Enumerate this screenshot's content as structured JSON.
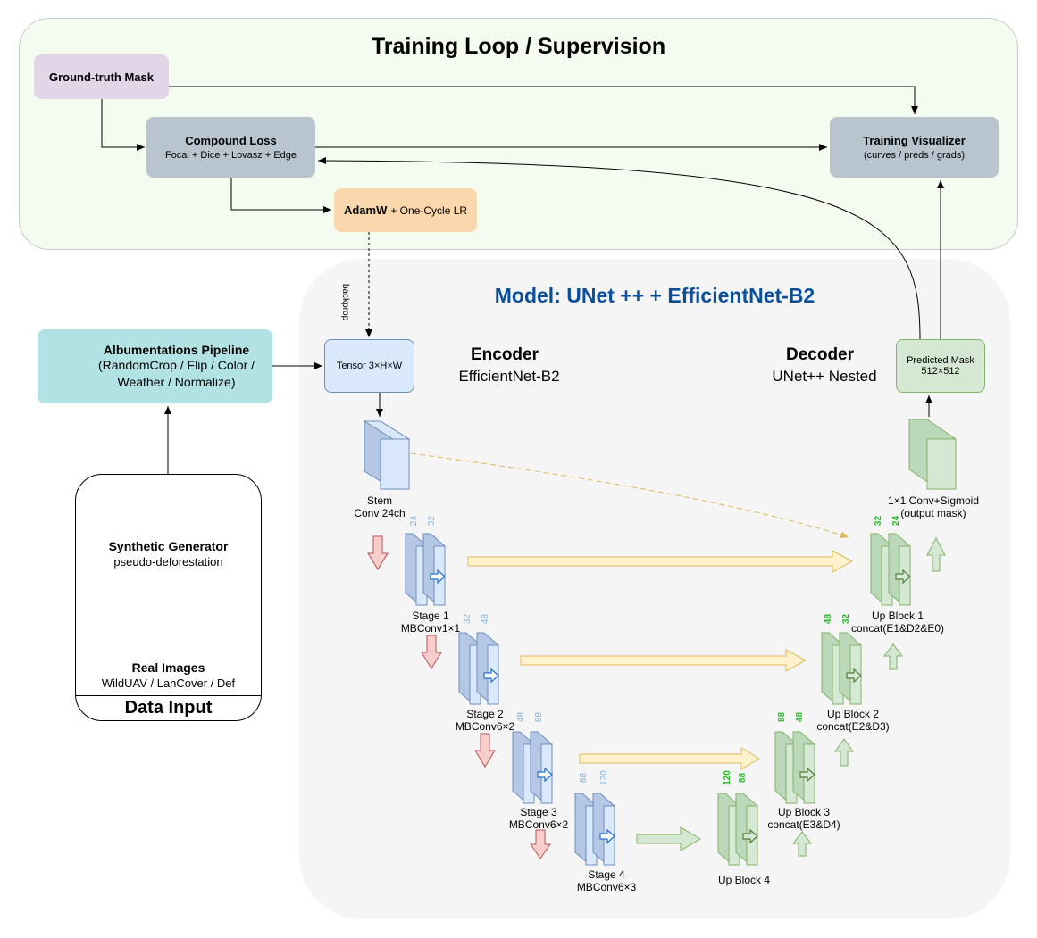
{
  "training": {
    "title": "Training Loop / Supervision",
    "gt_mask": "Ground-truth Mask",
    "loss_title": "Compound Loss",
    "loss_sub": "Focal + Dice + Lovasz + Edge",
    "viz_title": "Training Visualizer",
    "viz_sub": "(curves / preds / grads)",
    "adam_bold": "AdamW",
    "adam_rest": "+ One-Cycle LR",
    "backprop": "backprop"
  },
  "model": {
    "title": "Model: UNet ++ + EfficientNet-B2",
    "encoder_hdr": "Encoder",
    "encoder_sub": "EfficientNet-B2",
    "decoder_hdr": "Decoder",
    "decoder_sub": "UNet++ Nested",
    "tensor": "Tensor 3×H×W",
    "pred_line1": "Predicted Mask",
    "pred_line2": "512×512",
    "stem_1": "Stem",
    "stem_2": "Conv 24ch",
    "stage1_1": "Stage 1",
    "stage1_2": "MBConv1×1",
    "stage2_1": "Stage 2",
    "stage2_2": "MBConv6×2",
    "stage3_1": "Stage 3",
    "stage3_2": "MBConv6×2",
    "stage4_1": "Stage 4",
    "stage4_2": "MBConv6×3",
    "up4": "Up Block 4",
    "up3_1": "Up Block 3",
    "up3_2": "concat(E3&D4)",
    "up2_1": "Up Block 2",
    "up2_2": "concat(E2&D3)",
    "up1_1": "Up Block 1",
    "up1_2": "concat(E1&D2&E0)",
    "out_1": "1×1 Conv+Sigmoid",
    "out_2": "(output mask)",
    "enc_ch": [
      "24",
      "32",
      "32",
      "48",
      "48",
      "88",
      "88",
      "120"
    ],
    "dec_ch": [
      "120",
      "88",
      "88",
      "48",
      "48",
      "32",
      "32",
      "24"
    ]
  },
  "input": {
    "albu_title": "Albumentations Pipeline",
    "albu_l1": "(RandomCrop / Flip / Color /",
    "albu_l2": "Weather / Normalize)",
    "synth_title": "Synthetic Generator",
    "synth_sub": "pseudo-deforestation",
    "real_title": "Real Images",
    "real_sub": "WildUAV / LanCover / Def",
    "data_input": "Data Input"
  },
  "colors": {
    "encoder_fill": "#dae8fc",
    "decoder_fill": "#d5e8d4",
    "skip_arrow": "#fff2cc",
    "down_arrow": "#f8cecc",
    "model_title": "#0b4f9c"
  },
  "icons": [
    "albumentations-logo-icon",
    "mask-thumbnail",
    "aerial-thumbnail"
  ]
}
